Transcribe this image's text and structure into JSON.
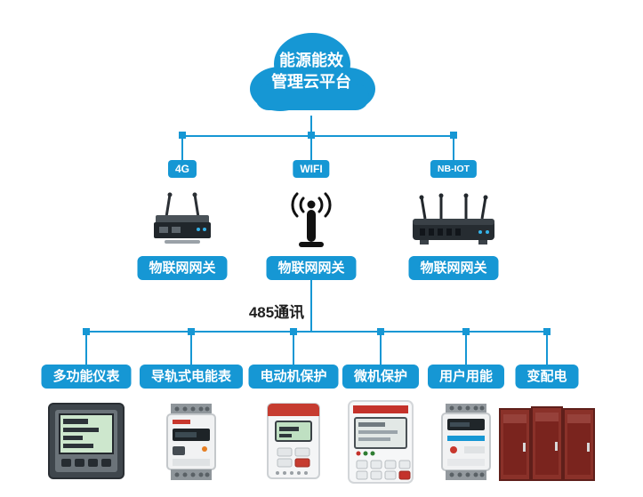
{
  "diagram": {
    "cloud": {
      "line1": "能源能效",
      "line2": "管理云平台"
    },
    "gateways": [
      {
        "badge": "4G",
        "label": "物联网网关",
        "icon": "cellular-router-icon"
      },
      {
        "badge": "WIFI",
        "label": "物联网网关",
        "icon": "wifi-antenna-icon"
      },
      {
        "badge": "NB-IOT",
        "label": "物联网网关",
        "icon": "nbiot-router-icon"
      }
    ],
    "bus_label": "485通讯",
    "devices": [
      {
        "label": "多功能仪表",
        "icon": "multifunction-meter-image"
      },
      {
        "label": "导轨式电能表",
        "icon": "din-rail-meter-image"
      },
      {
        "label": "电动机保护",
        "icon": "motor-protection-image"
      },
      {
        "label": "微机保护",
        "icon": "microcomputer-protection-image"
      },
      {
        "label": "用户用能",
        "icon": "user-energy-meter-image"
      },
      {
        "label": "变配电",
        "icon": "distribution-cabinet-image"
      }
    ],
    "colors": {
      "accent": "#1697d4",
      "pill_text": "#ffffff",
      "bus_label_text": "#1f1f1f"
    }
  }
}
